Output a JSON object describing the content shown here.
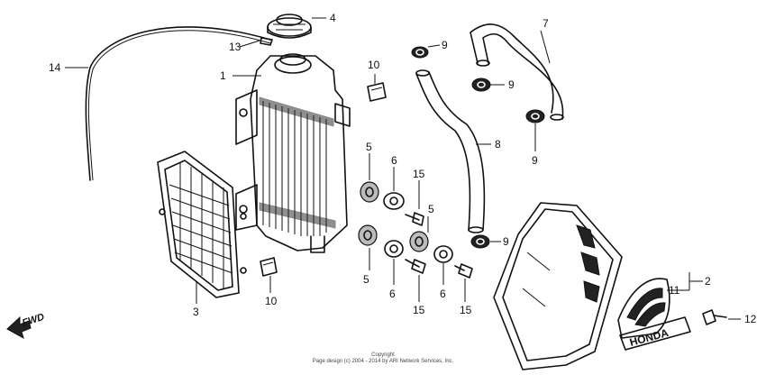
{
  "callouts": [
    {
      "id": "1",
      "label": "1"
    },
    {
      "id": "2",
      "label": "2"
    },
    {
      "id": "3",
      "label": "3"
    },
    {
      "id": "4",
      "label": "4"
    },
    {
      "id": "5a",
      "label": "5"
    },
    {
      "id": "5b",
      "label": "5"
    },
    {
      "id": "5c",
      "label": "5"
    },
    {
      "id": "6a",
      "label": "6"
    },
    {
      "id": "6b",
      "label": "6"
    },
    {
      "id": "6c",
      "label": "6"
    },
    {
      "id": "7",
      "label": "7"
    },
    {
      "id": "8",
      "label": "8"
    },
    {
      "id": "9a",
      "label": "9"
    },
    {
      "id": "9b",
      "label": "9"
    },
    {
      "id": "9c",
      "label": "9"
    },
    {
      "id": "9d",
      "label": "9"
    },
    {
      "id": "10a",
      "label": "10"
    },
    {
      "id": "10b",
      "label": "10"
    },
    {
      "id": "11",
      "label": "11"
    },
    {
      "id": "12",
      "label": "12"
    },
    {
      "id": "13",
      "label": "13"
    },
    {
      "id": "14",
      "label": "14"
    },
    {
      "id": "15a",
      "label": "15"
    },
    {
      "id": "15b",
      "label": "15"
    },
    {
      "id": "15c",
      "label": "15"
    }
  ],
  "fwd_label": "FWD",
  "shroud_logo": "HONDA",
  "copyright": {
    "line1": "Copyright",
    "line2": "Page design (c) 2004 - 2014 by ARI Network Services, Inc."
  }
}
